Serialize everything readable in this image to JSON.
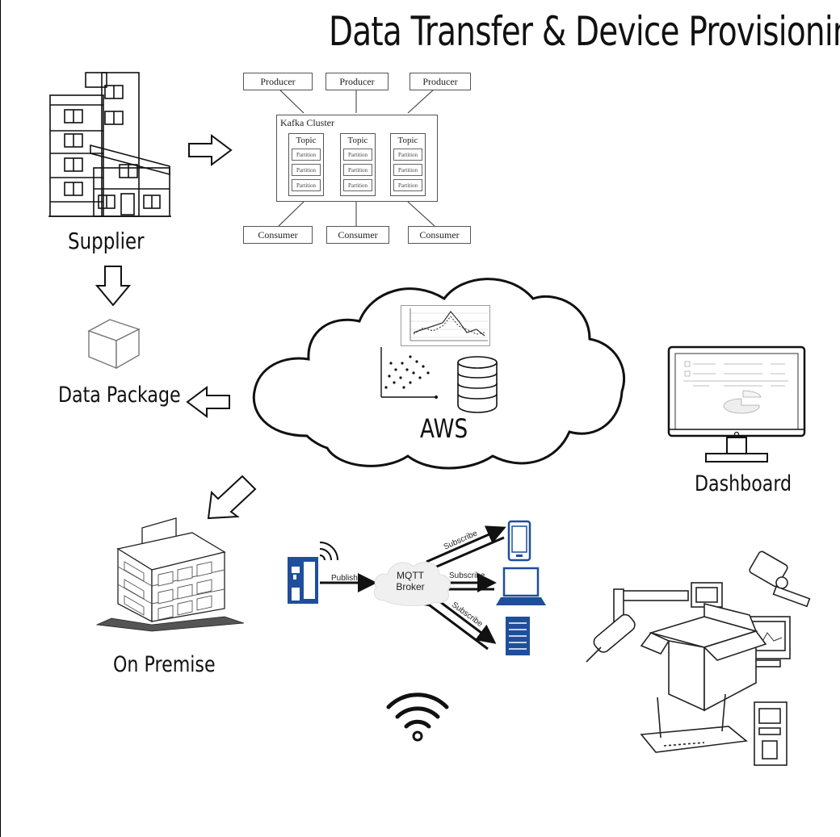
{
  "title": "Data Transfer & Device Provisioning",
  "labels": {
    "supplier": "Supplier",
    "data_package": "Data Package",
    "aws": "AWS",
    "dashboard": "Dashboard",
    "on_premise": "On Premise"
  },
  "kafka": {
    "cluster": "Kafka Cluster",
    "producers": [
      "Producer",
      "Producer",
      "Producer"
    ],
    "consumers": [
      "Consumer",
      "Consumer",
      "Consumer"
    ],
    "topics": [
      {
        "name": "Topic",
        "partitions": [
          "Partition",
          "Partition",
          "Partition"
        ]
      },
      {
        "name": "Topic",
        "partitions": [
          "Partition",
          "Partition",
          "Partition"
        ]
      },
      {
        "name": "Topic",
        "partitions": [
          "Partition",
          "Partition",
          "Partition"
        ]
      }
    ]
  },
  "mqtt": {
    "broker_line1": "MQTT",
    "broker_line2": "Broker",
    "publish": "Publish",
    "subscribe": [
      "Subscribe",
      "Subscribe",
      "Subscribe"
    ]
  },
  "icons": {
    "supplier": "building-icon",
    "package": "box-icon",
    "cloud": "cloud-icon",
    "dashboard": "monitor-icon",
    "premise": "office-building-icon",
    "wifi": "wifi-icon",
    "devices": "iot-devices-icon"
  },
  "colors": {
    "mqtt_blue": "#1f4e9c",
    "line": "#111111"
  }
}
